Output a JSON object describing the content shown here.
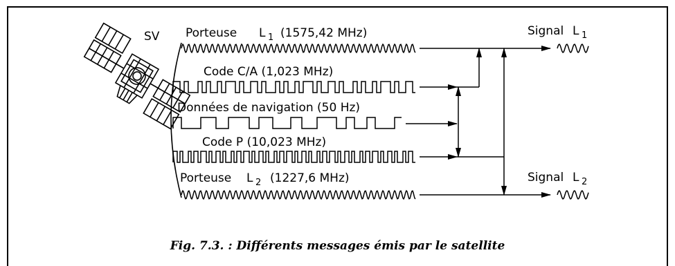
{
  "diagram": {
    "satellite_label": "SV",
    "carrier_l1": {
      "name": "Porteuse",
      "subscript_letter": "L",
      "subscript": "1",
      "frequency": "(1575,42 MHz)"
    },
    "code_ca": {
      "label": "Code C/A (1,023 MHz)"
    },
    "nav_data": {
      "label": "Données de navigation (50 Hz)"
    },
    "code_p": {
      "label": "Code P (10,023 MHz)"
    },
    "carrier_l2": {
      "name": "Porteuse",
      "subscript_letter": "L",
      "subscript": "2",
      "frequency": "(1227,6 MHz)"
    },
    "signal_l1": {
      "name": "Signal",
      "letter": "L",
      "subscript": "1"
    },
    "signal_l2": {
      "name": "Signal",
      "letter": "L",
      "subscript": "2"
    }
  },
  "caption": "Fig. 7.3. : Différents messages émis par le satellite"
}
